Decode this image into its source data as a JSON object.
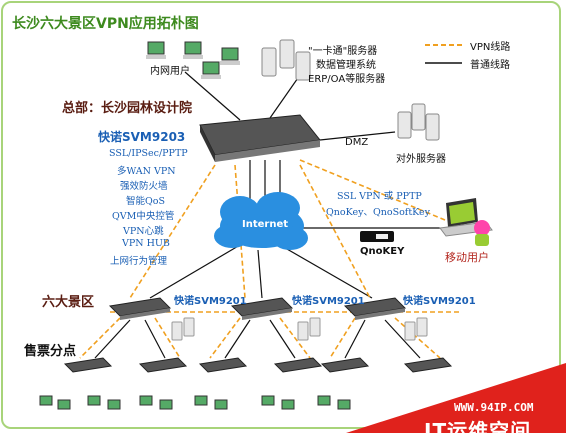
{
  "title": "长沙六大景区VPN应用拓朴图",
  "legend": {
    "vpn_line": "VPN线路",
    "normal_line": "普通线路"
  },
  "hq": {
    "label": "总部：长沙园林设计院",
    "intranet_users": "内网用户",
    "servers": [
      "\"一卡通\"服务器",
      "数据管理系统",
      "ERP/OA等服务器"
    ],
    "dmz": "DMZ",
    "external_servers": "对外服务器",
    "device_name": "快诺SVM9203",
    "features": [
      "SSL/IPSec/PPTP",
      "多WAN VPN",
      "强效防火墙",
      "智能QoS",
      "QVM中央控管",
      "VPN心跳",
      "VPN HUB",
      "上网行为管理"
    ]
  },
  "internet": "Internet",
  "mobile": {
    "methods": "SSL VPN  或 PPTP",
    "keys": "QnoKey、QnoSoftKey",
    "key_label": "QnoKEY",
    "user_label": "移动用户"
  },
  "branches": {
    "label": "六大景区",
    "device_name": "快诺SVM9201",
    "ticket_label": "售票分点"
  },
  "watermark": {
    "url": "WWW.94IP.COM",
    "brand": "IT运维空间"
  },
  "colors": {
    "title": "#3d8a1e",
    "blue_text": "#1a5fb4",
    "vpn_line": "#f0a020",
    "normal_line": "#111111",
    "watermark": "#e0221c"
  }
}
